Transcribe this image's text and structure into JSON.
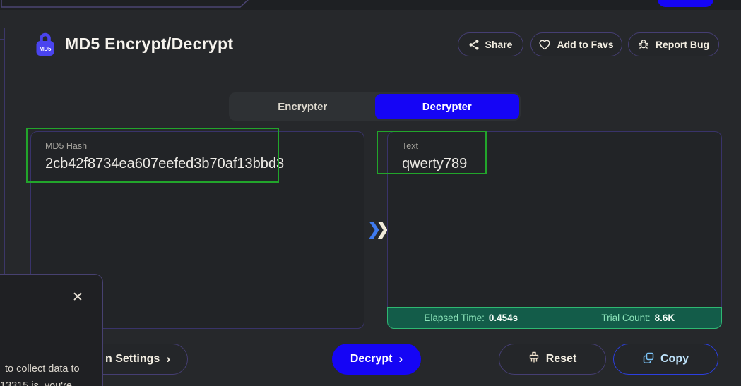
{
  "header": {
    "icon_text": "MD5",
    "title": "MD5 Encrypt/Decrypt",
    "share_label": "Share",
    "favs_label": "Add to Favs",
    "bug_label": "Report Bug"
  },
  "tabs": {
    "encrypter": "Encrypter",
    "decrypter": "Decrypter"
  },
  "input_panel": {
    "label": "MD5 Hash",
    "value": "2cb42f8734ea607eefed3b70af13bbd3"
  },
  "output_panel": {
    "label": "Text",
    "value": "qwerty789"
  },
  "stats": {
    "elapsed_label": "Elapsed Time:",
    "elapsed_value": "0.454s",
    "trial_label": "Trial Count:",
    "trial_value": "8.6K"
  },
  "arrow": {
    "glyph": "❯"
  },
  "actions": {
    "settings_visible_label": "n Settings",
    "decrypt_label": "Decrypt",
    "reset_label": "Reset",
    "copy_label": "Copy",
    "chevron": "›"
  },
  "popup": {
    "close_glyph": "✕",
    "line1": "to collect data to",
    "line2": "13315 is, you're"
  },
  "colors": {
    "accent_blue": "#1505f5",
    "annotation_green": "#22a52b",
    "stats_green_bg": "#135c49",
    "stats_green_border": "#2eb872",
    "pill_purple_border": "#453e73",
    "copy_blue_border": "#2c3fe0"
  }
}
